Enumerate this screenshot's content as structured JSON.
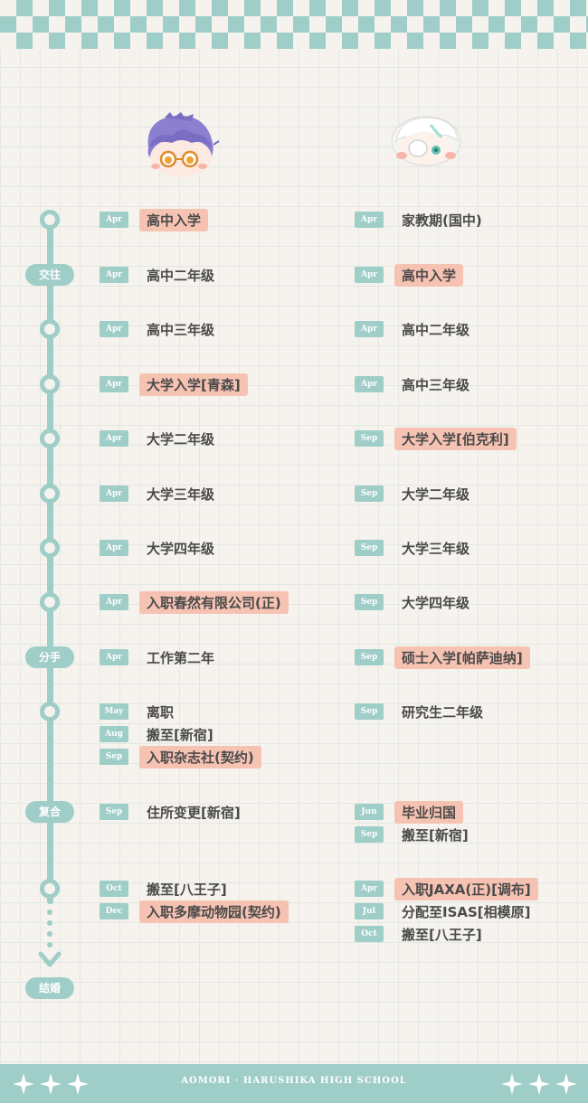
{
  "milestones": [
    "交往",
    "分手",
    "复合",
    "结婚"
  ],
  "left": [
    [
      {
        "month": "Apr",
        "text": "高中入学",
        "hl": true
      }
    ],
    [
      {
        "month": "Apr",
        "text": "高中二年级",
        "hl": false
      }
    ],
    [
      {
        "month": "Apr",
        "text": "高中三年级",
        "hl": false
      }
    ],
    [
      {
        "month": "Apr",
        "text": "大学入学[青森]",
        "hl": true
      }
    ],
    [
      {
        "month": "Apr",
        "text": "大学二年级",
        "hl": false
      }
    ],
    [
      {
        "month": "Apr",
        "text": "大学三年级",
        "hl": false
      }
    ],
    [
      {
        "month": "Apr",
        "text": "大学四年级",
        "hl": false
      }
    ],
    [
      {
        "month": "Apr",
        "text": "入职春然有限公司(正)",
        "hl": true
      }
    ],
    [
      {
        "month": "Apr",
        "text": "工作第二年",
        "hl": false
      }
    ],
    [
      {
        "month": "May",
        "text": "离职",
        "hl": false
      },
      {
        "month": "Aug",
        "text": "搬至[新宿]",
        "hl": false
      },
      {
        "month": "Sep",
        "text": "入职杂志社(契约)",
        "hl": true
      }
    ],
    [
      {
        "month": "Sep",
        "text": "住所变更[新宿]",
        "hl": false
      }
    ],
    [
      {
        "month": "Oct",
        "text": "搬至[八王子]",
        "hl": false
      },
      {
        "month": "Dec",
        "text": "入职多摩动物园(契约)",
        "hl": true
      }
    ]
  ],
  "right": [
    [
      {
        "month": "Apr",
        "text": "家教期(国中)",
        "hl": false
      }
    ],
    [
      {
        "month": "Apr",
        "text": "高中入学",
        "hl": true
      }
    ],
    [
      {
        "month": "Apr",
        "text": "高中二年级",
        "hl": false
      }
    ],
    [
      {
        "month": "Apr",
        "text": "高中三年级",
        "hl": false
      }
    ],
    [
      {
        "month": "Sep",
        "text": "大学入学[伯克利]",
        "hl": true
      }
    ],
    [
      {
        "month": "Sep",
        "text": "大学二年级",
        "hl": false
      }
    ],
    [
      {
        "month": "Sep",
        "text": "大学三年级",
        "hl": false
      }
    ],
    [
      {
        "month": "Sep",
        "text": "大学四年级",
        "hl": false
      }
    ],
    [
      {
        "month": "Sep",
        "text": "硕士入学[帕萨迪纳]",
        "hl": true
      }
    ],
    [
      {
        "month": "Sep",
        "text": "研究生二年级",
        "hl": false
      }
    ],
    [
      {
        "month": "Jun",
        "text": "毕业归国",
        "hl": true
      },
      {
        "month": "Sep",
        "text": "搬至[新宿]",
        "hl": false
      }
    ],
    [
      {
        "month": "Apr",
        "text": "入职JAXA(正)[调布]",
        "hl": true
      },
      {
        "month": "Jul",
        "text": "分配至ISAS[相模原]",
        "hl": false
      },
      {
        "month": "Oct",
        "text": "搬至[八王子]",
        "hl": false
      }
    ]
  ],
  "footer": "AOMORI · HARUSHIKA HIGH SCHOOL"
}
